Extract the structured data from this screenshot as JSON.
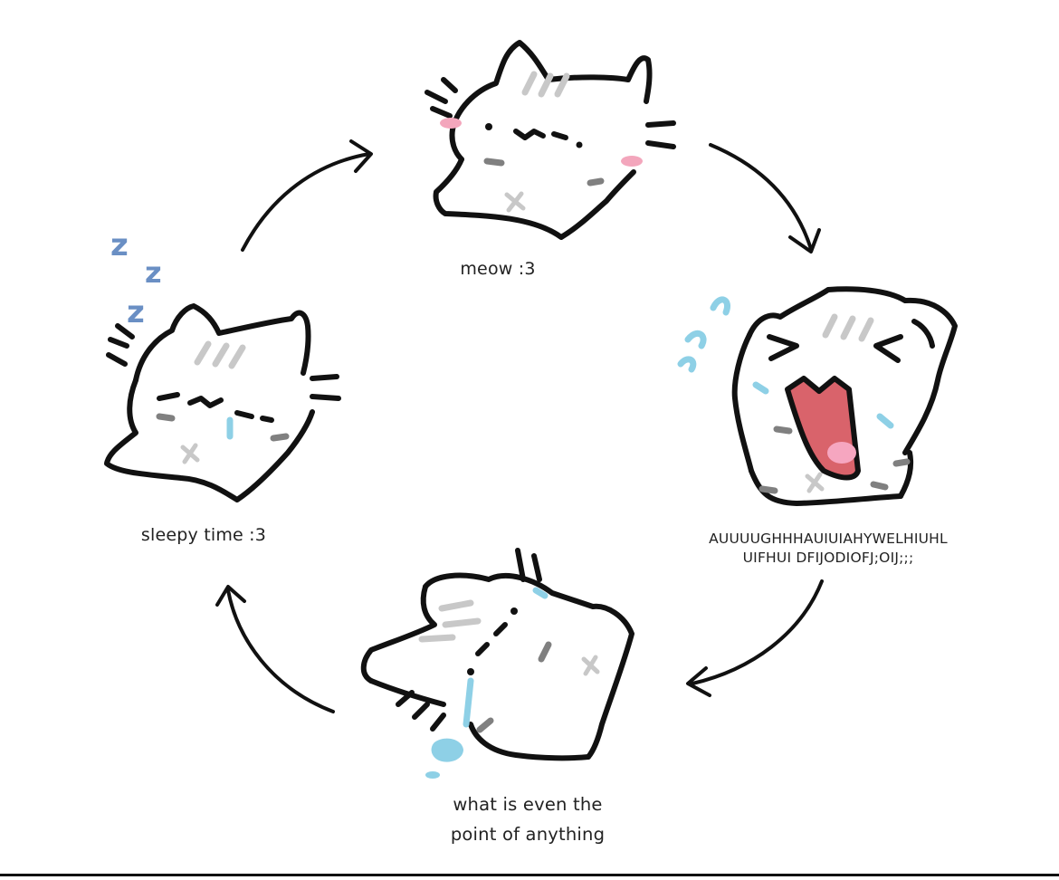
{
  "diagram": {
    "stages": [
      {
        "id": "meow",
        "caption": "meow :3"
      },
      {
        "id": "scream",
        "caption_lines": [
          "AUUUUGHHHAUIUIAHYWELHIUHL",
          "UIFHUI DFIJODIOFJ;OIJ;;;"
        ]
      },
      {
        "id": "despair",
        "caption_lines": [
          "what is even the",
          "point of anything"
        ]
      },
      {
        "id": "sleepy",
        "caption": "sleepy time :3"
      }
    ],
    "zzz": [
      "z",
      "z",
      "z"
    ]
  },
  "colors": {
    "ink": "#111111",
    "stripe": "#c8c8c8",
    "whisker_tip": "#808080",
    "blush": "#f3a6bc",
    "tear": "#8ed0e6",
    "zzz": "#6a8fc4",
    "mouth": "#d9636b",
    "tongue": "#f6a6c0"
  }
}
